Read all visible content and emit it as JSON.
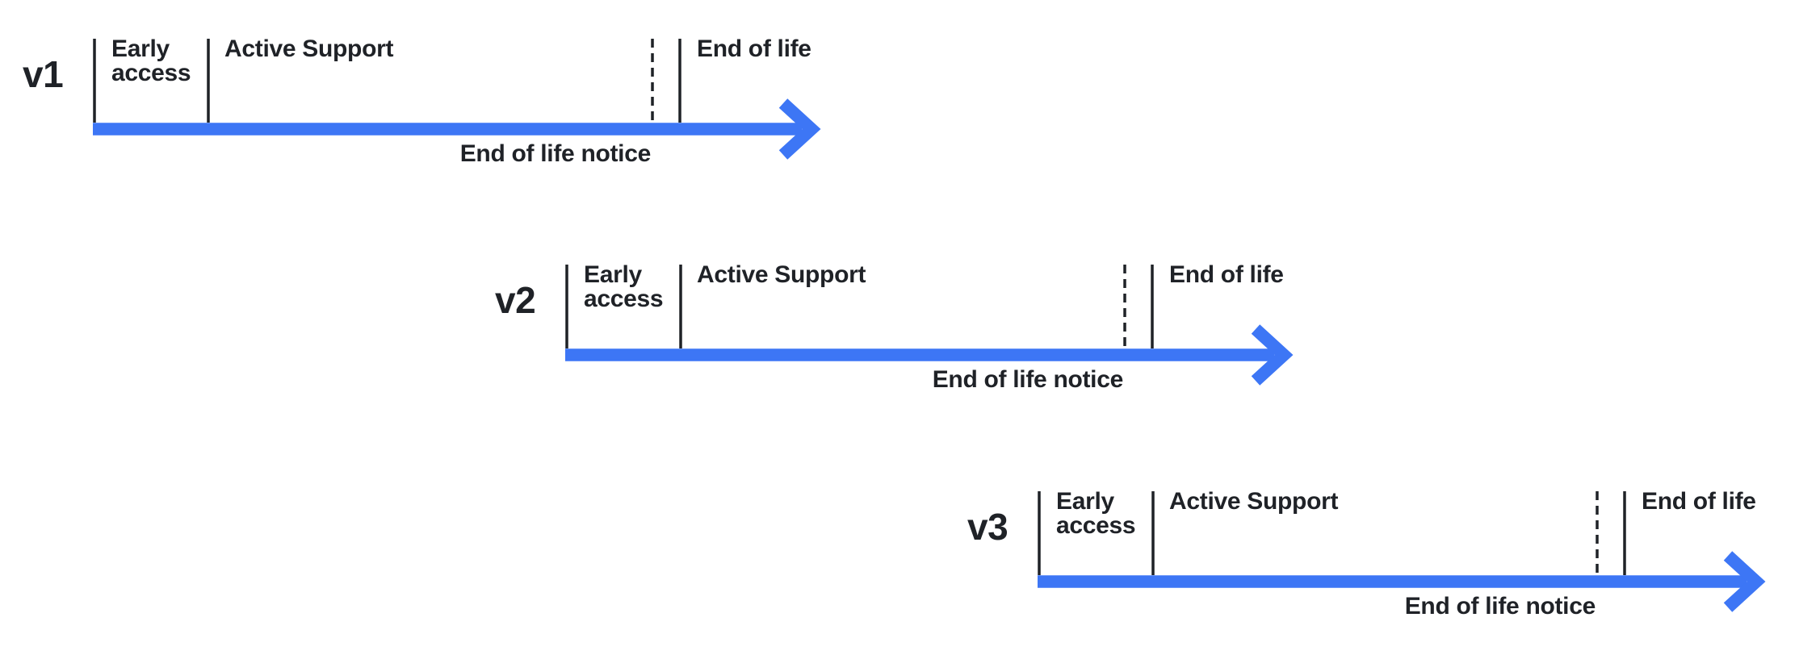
{
  "colors": {
    "background": "#ffffff",
    "arrow_blue": "#3D76F5",
    "ink": "#1F2227"
  },
  "timelines": [
    {
      "version": "v1",
      "early_access": "Early access",
      "active_support": "Active Support",
      "end_of_life": "End of life",
      "end_of_life_notice": "End of life notice"
    },
    {
      "version": "v2",
      "early_access": "Early access",
      "active_support": "Active Support",
      "end_of_life": "End of life",
      "end_of_life_notice": "End of life notice"
    },
    {
      "version": "v3",
      "early_access": "Early access",
      "active_support": "Active Support",
      "end_of_life": "End of life",
      "end_of_life_notice": "End of life notice"
    }
  ]
}
